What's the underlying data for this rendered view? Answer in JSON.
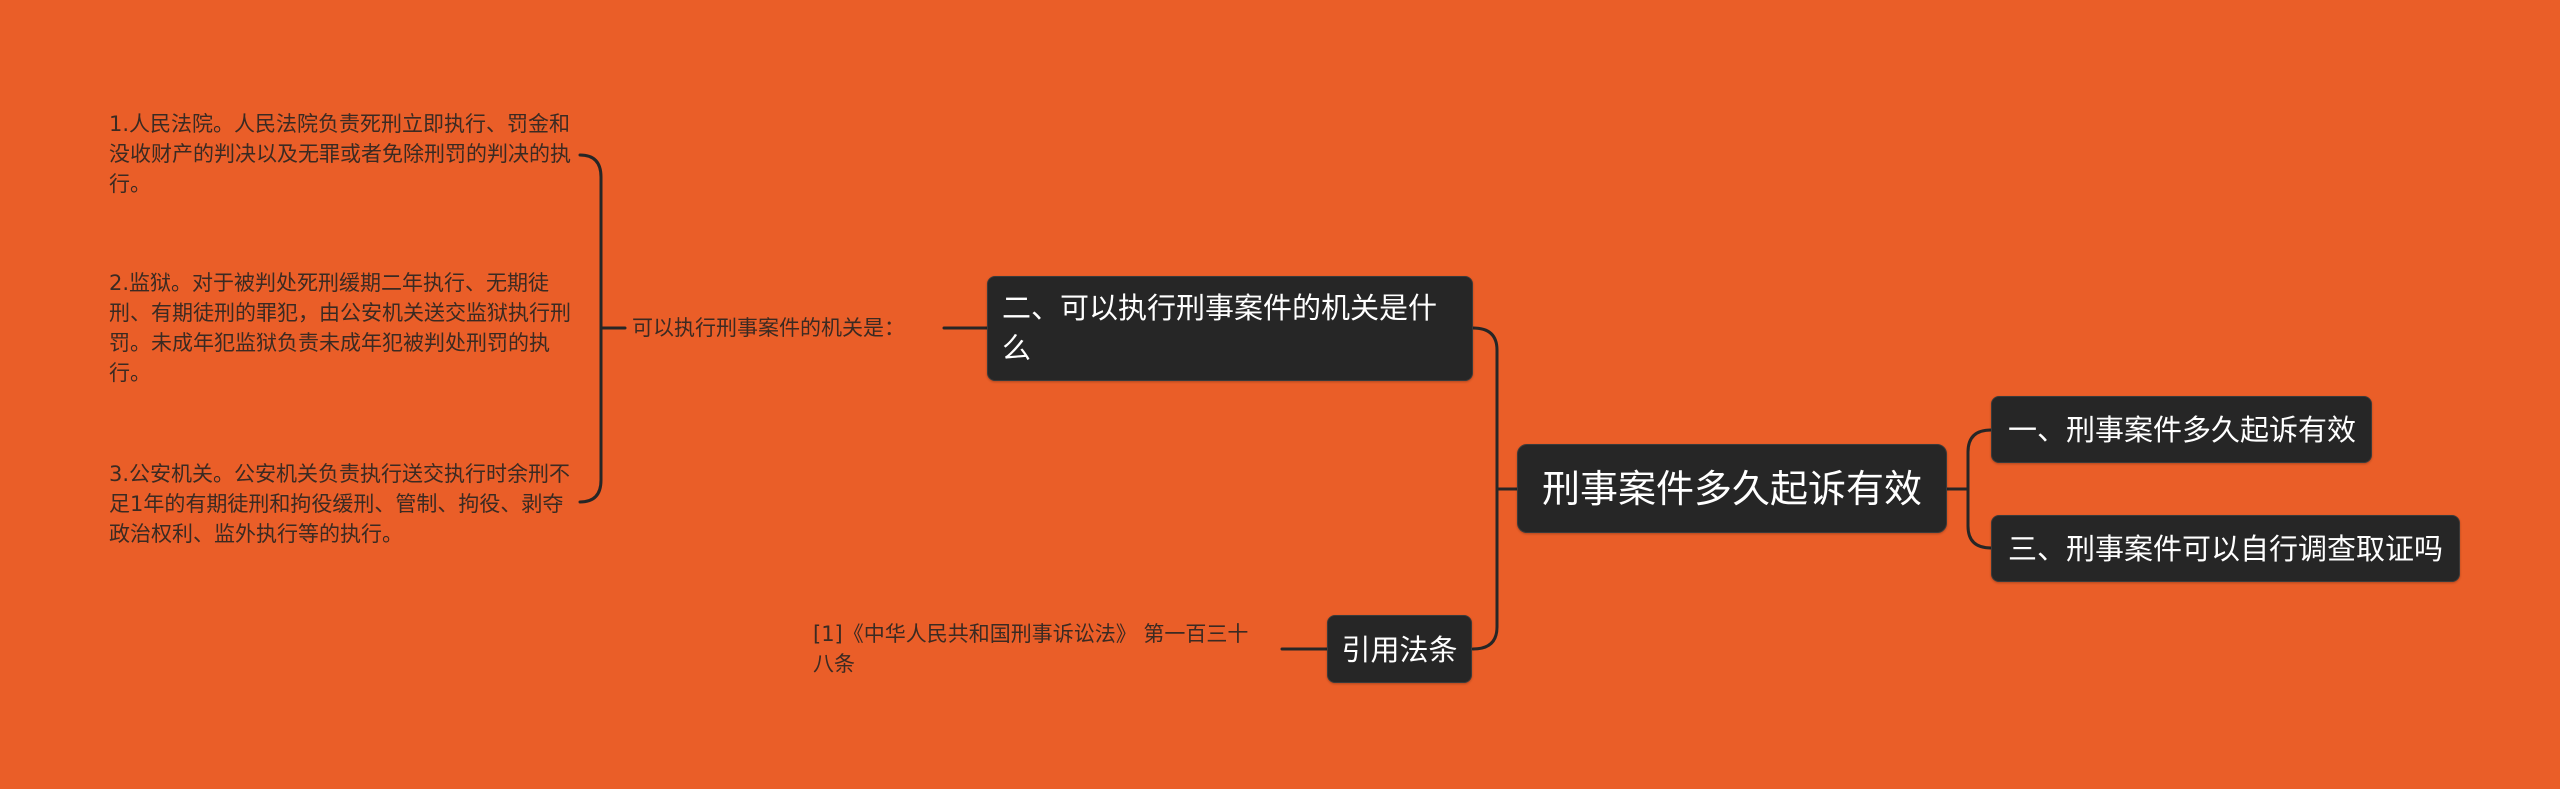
{
  "diagram": {
    "root": {
      "label": "刑事案件多久起诉有效"
    },
    "left_branches": [
      {
        "label": "二、可以执行刑事案件的机关是什么",
        "sub_label": "可以执行刑事案件的机关是：",
        "leaves": [
          "1.人民法院。人民法院负责死刑立即执行、罚金和没收财产的判决以及无罪或者免除刑罚的判决的执行。",
          "2.监狱。对于被判处死刑缓期二年执行、无期徒刑、有期徒刑的罪犯，由公安机关送交监狱执行刑罚。未成年犯监狱负责未成年犯被判处刑罚的执行。",
          "3.公安机关。公安机关负责执行送交执行时余刑不足1年的有期徒刑和拘役缓刑、管制、拘役、剥夺政治权利、监外执行等的执行。"
        ]
      },
      {
        "label": "引用法条",
        "leaves": [
          "[1]《中华人民共和国刑事诉讼法》 第一百三十八条"
        ]
      }
    ],
    "right_branches": [
      {
        "label": "一、刑事案件多久起诉有效"
      },
      {
        "label": "三、刑事案件可以自行调查取证吗"
      }
    ]
  },
  "colors": {
    "background": "#ea5e28",
    "node_fill": "#262626",
    "node_text": "#ffffff",
    "connector": "#262626",
    "plain_text": "#3b2a22"
  }
}
